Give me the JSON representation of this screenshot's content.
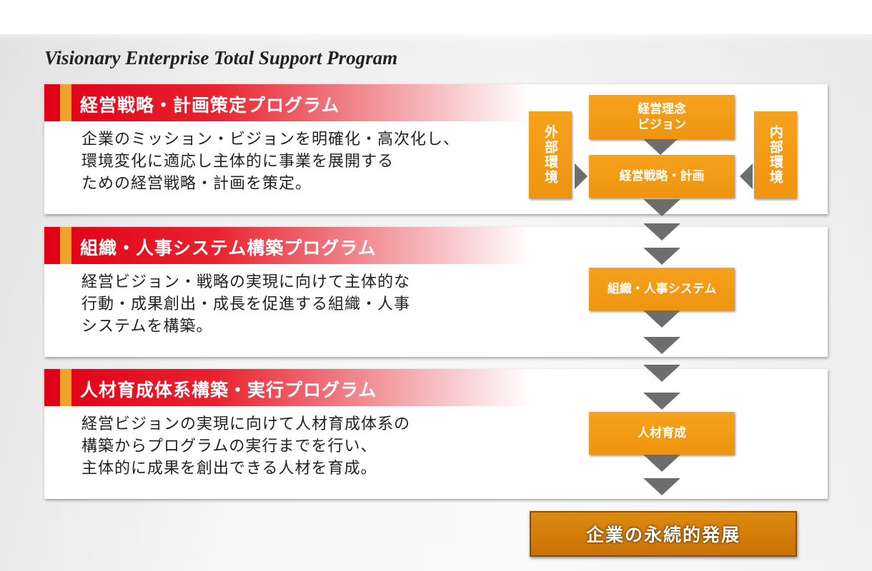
{
  "title": "Visionary Enterprise Total Support Program",
  "programs": [
    {
      "heading": "経営戦略・計画策定プログラム",
      "lines": [
        "企業のミッション・ビジョンを明確化・高次化し、",
        "環境変化に適応し主体的に事業を展開する",
        "ための経営戦略・計画を策定。"
      ]
    },
    {
      "heading": "組織・人事システム構築プログラム",
      "lines": [
        "経営ビジョン・戦略の実現に向けて主体的な",
        "行動・成果創出・成長を促進する組織・人事",
        "システムを構築。"
      ]
    },
    {
      "heading": "人材育成体系構築・実行プログラム",
      "lines": [
        "経営ビジョンの実現に向けて人材育成体系の",
        "構築からプログラムの実行までを行い、",
        "主体的に成果を創出できる人材を育成。"
      ]
    }
  ],
  "flow": {
    "philosophy": [
      "経営理念",
      "ビジョン"
    ],
    "external": "外部環境",
    "internal": "内部環境",
    "strategy": "経営戦略・計画",
    "org": "組織・人事システム",
    "hr": "人材育成",
    "result": "企業の永続的発展"
  },
  "colors": {
    "header_red": "#e00016",
    "accent_orange": "#f39c12",
    "final_orange": "#c97206",
    "arrow_gray": "#6d6d6d"
  }
}
